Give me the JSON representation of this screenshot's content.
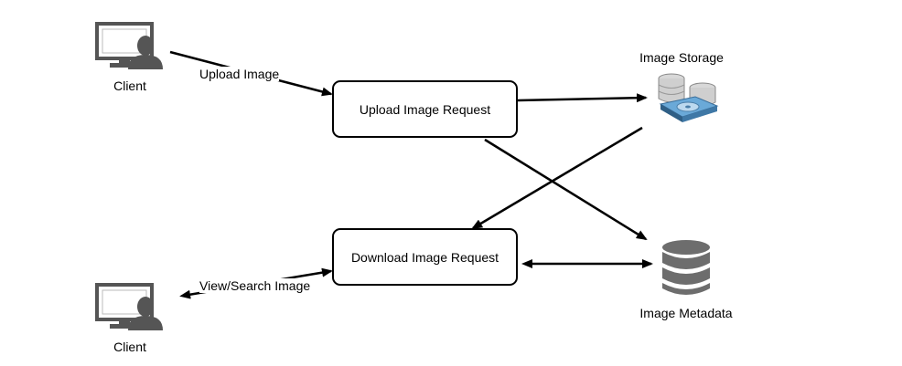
{
  "diagram": {
    "clients": [
      {
        "label": "Client",
        "icon": "client-computer-user-icon"
      },
      {
        "label": "Client",
        "icon": "client-computer-user-icon"
      }
    ],
    "boxes": {
      "upload": "Upload Image Request",
      "download": "Download Image Request"
    },
    "stores": {
      "storage": {
        "label": "Image Storage",
        "icon": "hard-drive-storage-icon"
      },
      "metadata": {
        "label": "Image Metadata",
        "icon": "database-icon"
      }
    },
    "edge_labels": {
      "upload_image": "Upload Image",
      "view_search_image": "View/Search Image"
    }
  }
}
